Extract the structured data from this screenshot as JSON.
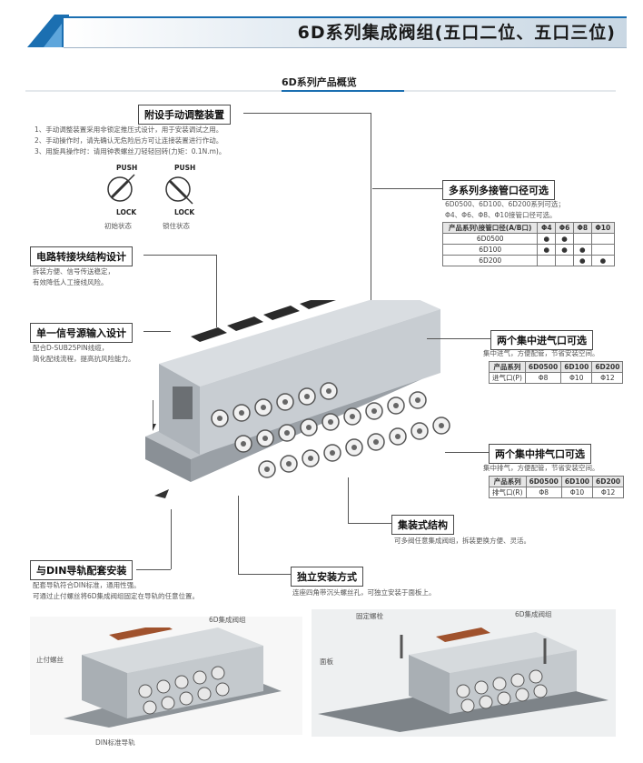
{
  "header": {
    "title": "6D系列集成阀组(五口二位、五口三位)"
  },
  "subtitle": "6D系列产品概览",
  "manual": {
    "label": "附设手动调整装置",
    "lines": [
      "1、手动调整装置采用非锁定推压式设计，用于安装调试之用。",
      "2、手动操作时，请先确认无危险后方可让连接装置进行作动。",
      "3、用旋具操作时：请用钟表螺丝刀轻轻回转(力矩：0.1N.m)。"
    ],
    "push": "PUSH",
    "lock": "LOCK",
    "state1": "初始状态",
    "state2": "锁住状态"
  },
  "multi": {
    "label": "多系列多接管口径可选",
    "lines": [
      "6D0500、6D100、6D200系列可选；",
      "Φ4、Φ6、Φ8、Φ10接管口径可选。"
    ],
    "table": {
      "headers": [
        "产品系列\\接管口径(A/B口)",
        "Φ4",
        "Φ6",
        "Φ8",
        "Φ10"
      ],
      "rows": [
        [
          "6D0500",
          "●",
          "●",
          "",
          ""
        ],
        [
          "6D100",
          "●",
          "●",
          "●",
          ""
        ],
        [
          "6D200",
          "",
          "",
          "●",
          "●"
        ]
      ]
    }
  },
  "circuit": {
    "label": "电路转接块结构设计",
    "lines": [
      "拆装方便、信号传送稳定，",
      "有效降低人工接线风险。"
    ]
  },
  "signal": {
    "label": "单一信号源输入设计",
    "lines": [
      "配合D-SUB25PIN线缆，",
      "简化配线流程，提高抗风险能力。"
    ]
  },
  "inlet": {
    "label": "两个集中进气口可选",
    "desc": "集中进气，方便配管，节省安装空间。",
    "table": {
      "headers": [
        "产品系列",
        "6D0500",
        "6D100",
        "6D200"
      ],
      "rows": [
        [
          "进气口(P)",
          "Φ8",
          "Φ10",
          "Φ12"
        ]
      ]
    }
  },
  "exhaust": {
    "label": "两个集中排气口可选",
    "desc": "集中排气，方便配管，节省安装空间。",
    "table": {
      "headers": [
        "产品系列",
        "6D0500",
        "6D100",
        "6D200"
      ],
      "rows": [
        [
          "排气口(R)",
          "Φ8",
          "Φ10",
          "Φ12"
        ]
      ]
    }
  },
  "integrated": {
    "label": "集装式结构",
    "desc": "可多阀任意集成阀组，拆装更换方便、灵活。"
  },
  "din": {
    "label": "与DIN导轨配套安装",
    "lines": [
      "配套导轨符合DIN标准，通用性强。",
      "可通过止付螺丝将6D集成阀组固定在导轨的任意位置。"
    ]
  },
  "independent": {
    "label": "独立安装方式",
    "desc": "连座四角带沉头螺丝孔，可独立安装于面板上。"
  },
  "fig_left": {
    "manifold": "6D集成阀组",
    "screw": "止付螺丝",
    "rail": "DIN标准导轨"
  },
  "fig_right": {
    "bolt": "固定螺栓",
    "manifold": "6D集成阀组",
    "panel": "面板"
  },
  "colors": {
    "accent": "#1b6fb1",
    "label_border": "#4a4a4a"
  }
}
